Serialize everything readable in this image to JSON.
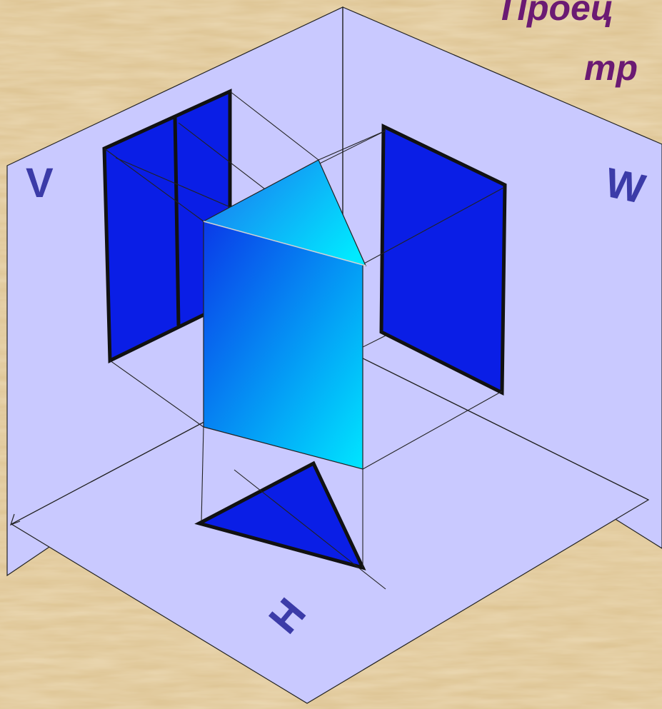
{
  "title": {
    "line1": "Проец",
    "line2": "тр"
  },
  "planes": {
    "v_label": "V",
    "w_label": "W",
    "h_label": "H"
  },
  "colors": {
    "background": "#e2c99a",
    "plane_fill": "#c9c9ff",
    "projection_fill": "#0a1ee6",
    "title_text": "#6b1a73",
    "plane_label_text": "#3b3ba8",
    "gradient_start": "#0a3ae8",
    "gradient_end": "#00e6ff"
  }
}
